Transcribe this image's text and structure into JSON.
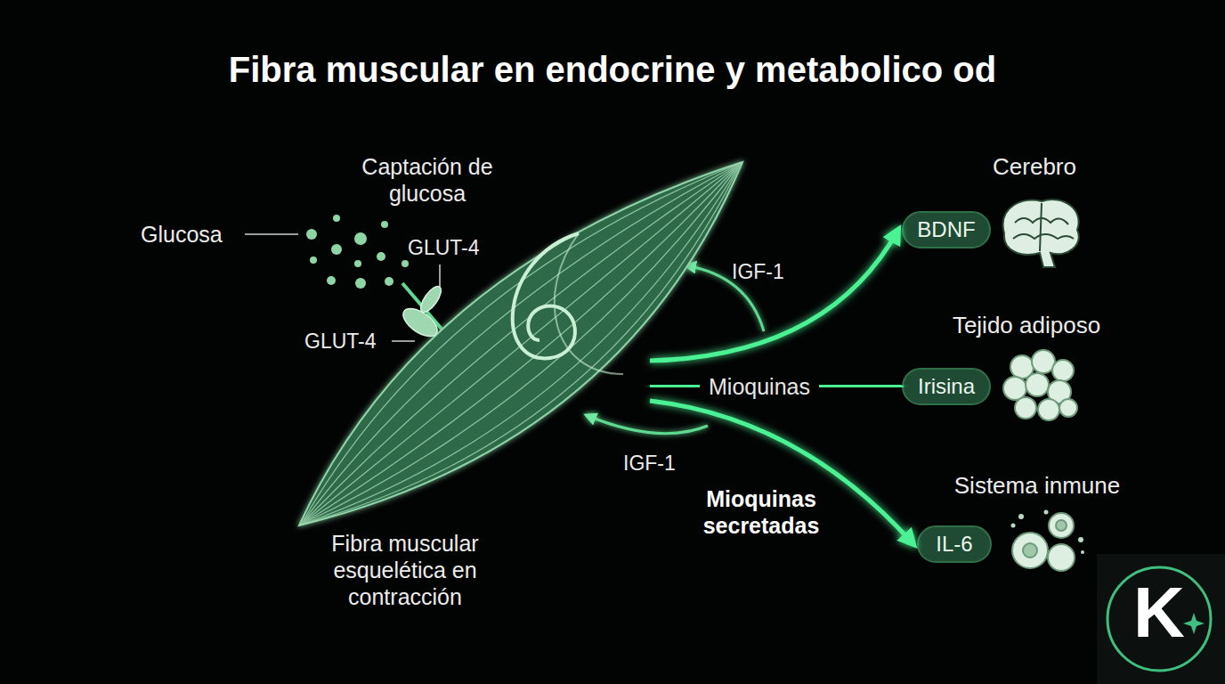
{
  "diagram": {
    "title": "Fibra muscular en endocrine y metabolico od",
    "nodes": [
      {
        "text": [
          "Fibra muscular esquelética en contracción"
        ]
      },
      {
        "text": [
          "BDNF"
        ]
      },
      {
        "text": [
          "Irisina"
        ]
      },
      {
        "text": [
          "IL-6"
        ]
      }
    ],
    "edges": [
      {
        "from": 0,
        "to": 1,
        "arrow": "to"
      },
      {
        "from": 0,
        "to": 2,
        "label": "Mioquinas",
        "arrow": "to"
      },
      {
        "from": 0,
        "to": 3,
        "label": "Mioquinas secretadas",
        "arrow": "to"
      }
    ],
    "labels": [
      "Captación de glucosa",
      "Glucosa",
      "GLUT-4",
      "GLUT-4",
      "IGF-1",
      "IGF-1",
      "Cerebro",
      "Tejido adiposo",
      "Sistema inmune",
      "K"
    ]
  }
}
